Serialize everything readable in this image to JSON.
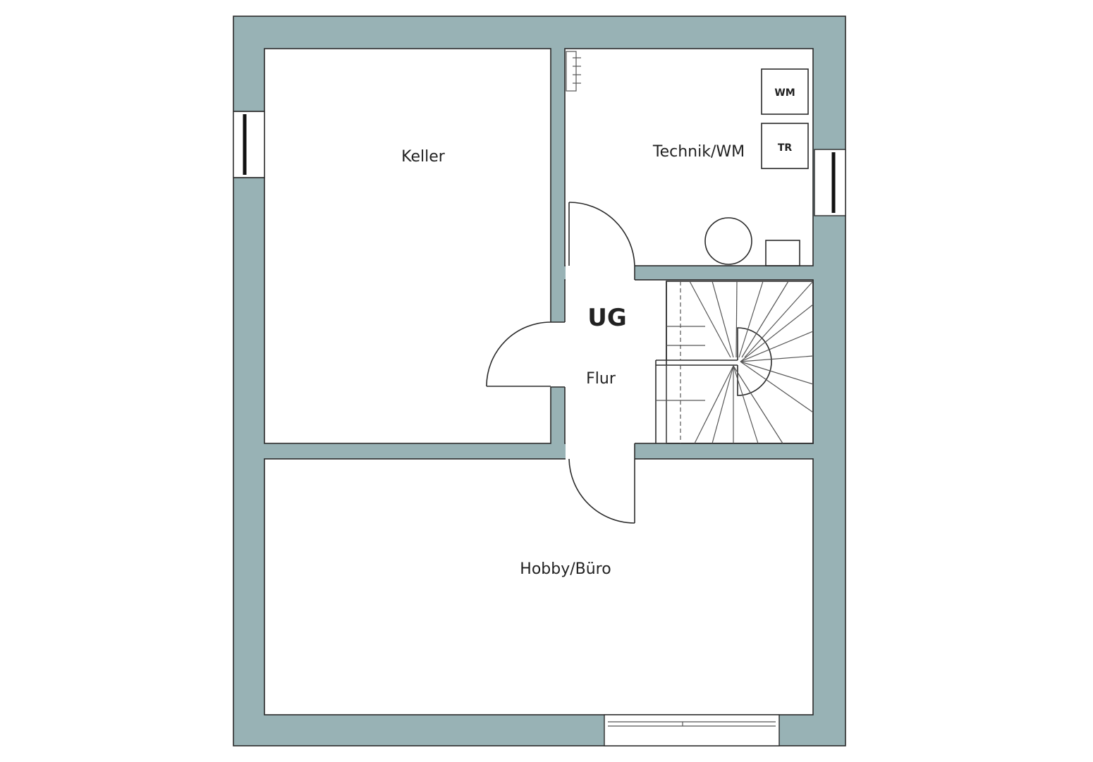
{
  "floor": {
    "name": "UG"
  },
  "rooms": {
    "keller": "Keller",
    "technik": "Technik/WM",
    "flur": "Flur",
    "hobby": "Hobby/Büro"
  },
  "appliances": {
    "washing_machine": "WM",
    "dryer": "TR"
  },
  "colors": {
    "wall": "#98b2b5",
    "line": "#2a2a2a",
    "background": "#ffffff"
  }
}
